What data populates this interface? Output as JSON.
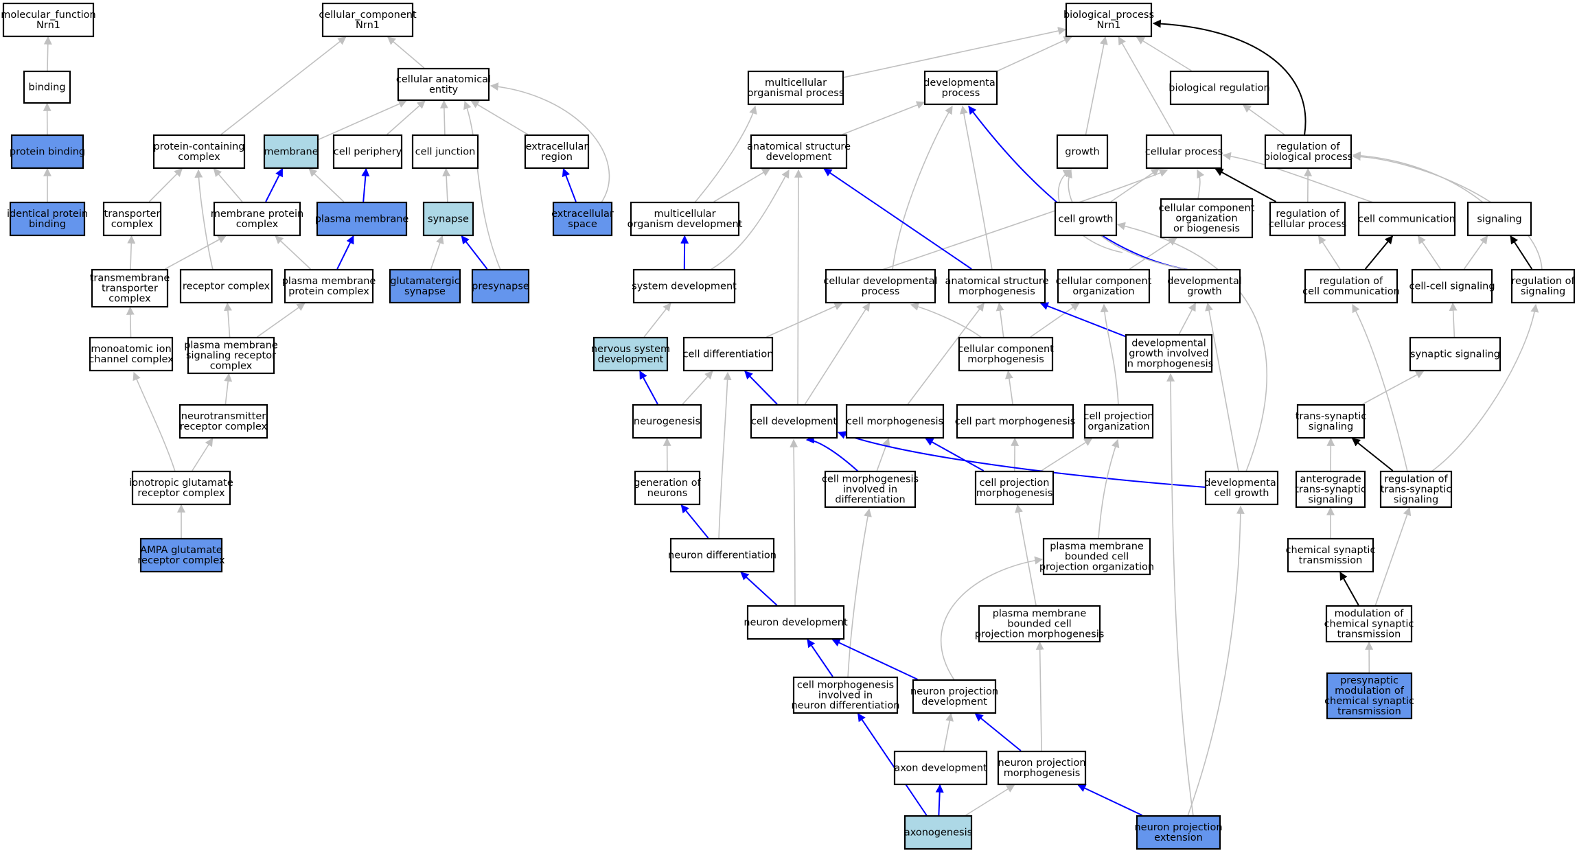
{
  "colors": {
    "plain": "#ffffff",
    "light": "#add8e6",
    "strong": "#6495ed",
    "edge_gray": "#c0c0c0",
    "edge_blue": "#0000ff",
    "edge_black": "#000000"
  },
  "nodes": [
    {
      "id": "mf",
      "lines": [
        "molecular_function",
        "Nrn1"
      ],
      "fill": "plain"
    },
    {
      "id": "binding",
      "lines": [
        "binding"
      ],
      "fill": "plain"
    },
    {
      "id": "protbind",
      "lines": [
        "protein binding"
      ],
      "fill": "strong"
    },
    {
      "id": "identprot",
      "lines": [
        "identical protein",
        "binding"
      ],
      "fill": "strong"
    },
    {
      "id": "cc",
      "lines": [
        "cellular_component",
        "Nrn1"
      ],
      "fill": "plain"
    },
    {
      "id": "cae",
      "lines": [
        "cellular anatomical",
        "entity"
      ],
      "fill": "plain"
    },
    {
      "id": "pcc",
      "lines": [
        "protein-containing",
        "complex"
      ],
      "fill": "plain"
    },
    {
      "id": "membrane",
      "lines": [
        "membrane"
      ],
      "fill": "light"
    },
    {
      "id": "cellper",
      "lines": [
        "cell periphery"
      ],
      "fill": "plain"
    },
    {
      "id": "celljunc",
      "lines": [
        "cell junction"
      ],
      "fill": "plain"
    },
    {
      "id": "extreg",
      "lines": [
        "extracellular",
        "region"
      ],
      "fill": "plain"
    },
    {
      "id": "transcx",
      "lines": [
        "transporter",
        "complex"
      ],
      "fill": "plain"
    },
    {
      "id": "memprotcx",
      "lines": [
        "membrane protein",
        "complex"
      ],
      "fill": "plain"
    },
    {
      "id": "plasmamem",
      "lines": [
        "plasma membrane"
      ],
      "fill": "strong"
    },
    {
      "id": "synapse",
      "lines": [
        "synapse"
      ],
      "fill": "light"
    },
    {
      "id": "extspace",
      "lines": [
        "extracellular",
        "space"
      ],
      "fill": "strong"
    },
    {
      "id": "tmtranscx",
      "lines": [
        "transmembrane",
        "transporter",
        "complex"
      ],
      "fill": "plain"
    },
    {
      "id": "receptorcx",
      "lines": [
        "receptor complex"
      ],
      "fill": "plain"
    },
    {
      "id": "pmprotcx",
      "lines": [
        "plasma membrane",
        "protein complex"
      ],
      "fill": "plain"
    },
    {
      "id": "glusyn",
      "lines": [
        "glutamatergic",
        "synapse"
      ],
      "fill": "strong"
    },
    {
      "id": "presyn",
      "lines": [
        "presynapse"
      ],
      "fill": "strong"
    },
    {
      "id": "monoion",
      "lines": [
        "monoatomic ion",
        "channel complex"
      ],
      "fill": "plain"
    },
    {
      "id": "pmsigrec",
      "lines": [
        "plasma membrane",
        "signaling receptor",
        "complex"
      ],
      "fill": "plain"
    },
    {
      "id": "ntrec",
      "lines": [
        "neurotransmitter",
        "receptor complex"
      ],
      "fill": "plain"
    },
    {
      "id": "iongluta",
      "lines": [
        "ionotropic glutamate",
        "receptor complex"
      ],
      "fill": "plain"
    },
    {
      "id": "ampa",
      "lines": [
        "AMPA glutamate",
        "receptor complex"
      ],
      "fill": "strong"
    },
    {
      "id": "bp",
      "lines": [
        "biological_process",
        "Nrn1"
      ],
      "fill": "plain"
    },
    {
      "id": "mcop",
      "lines": [
        "multicellular",
        "organismal process"
      ],
      "fill": "plain"
    },
    {
      "id": "devproc",
      "lines": [
        "developmental",
        "process"
      ],
      "fill": "plain"
    },
    {
      "id": "bioreg",
      "lines": [
        "biological regulation"
      ],
      "fill": "plain"
    },
    {
      "id": "asd",
      "lines": [
        "anatomical structure",
        "development"
      ],
      "fill": "plain"
    },
    {
      "id": "growth",
      "lines": [
        "growth"
      ],
      "fill": "plain"
    },
    {
      "id": "cellproc",
      "lines": [
        "cellular process"
      ],
      "fill": "plain"
    },
    {
      "id": "regbp",
      "lines": [
        "regulation of",
        "biological process"
      ],
      "fill": "plain"
    },
    {
      "id": "mcod",
      "lines": [
        "multicellular",
        "organism development"
      ],
      "fill": "plain"
    },
    {
      "id": "cellgrowth",
      "lines": [
        "cell growth"
      ],
      "fill": "plain"
    },
    {
      "id": "ccob",
      "lines": [
        "cellular component",
        "organization",
        "or biogenesis"
      ],
      "fill": "plain"
    },
    {
      "id": "regcp",
      "lines": [
        "regulation of",
        "cellular process"
      ],
      "fill": "plain"
    },
    {
      "id": "cellcomm",
      "lines": [
        "cell communication"
      ],
      "fill": "plain"
    },
    {
      "id": "signaling",
      "lines": [
        "signaling"
      ],
      "fill": "plain"
    },
    {
      "id": "sysdev",
      "lines": [
        "system development"
      ],
      "fill": "plain"
    },
    {
      "id": "celldevproc",
      "lines": [
        "cellular developmental",
        "process"
      ],
      "fill": "plain"
    },
    {
      "id": "asm",
      "lines": [
        "anatomical structure",
        "morphogenesis"
      ],
      "fill": "plain"
    },
    {
      "id": "cco",
      "lines": [
        "cellular component",
        "organization"
      ],
      "fill": "plain"
    },
    {
      "id": "devgrowth",
      "lines": [
        "developmental",
        "growth"
      ],
      "fill": "plain"
    },
    {
      "id": "regcellcomm",
      "lines": [
        "regulation of",
        "cell communication"
      ],
      "fill": "plain"
    },
    {
      "id": "ccsig",
      "lines": [
        "cell-cell signaling"
      ],
      "fill": "plain"
    },
    {
      "id": "regsig",
      "lines": [
        "regulation of",
        "signaling"
      ],
      "fill": "plain"
    },
    {
      "id": "nsd",
      "lines": [
        "nervous system",
        "development"
      ],
      "fill": "light"
    },
    {
      "id": "celldiff",
      "lines": [
        "cell differentiation"
      ],
      "fill": "plain"
    },
    {
      "id": "ccm",
      "lines": [
        "cellular component",
        "morphogenesis"
      ],
      "fill": "plain"
    },
    {
      "id": "dgim",
      "lines": [
        "developmental",
        "growth involved",
        "in morphogenesis"
      ],
      "fill": "plain"
    },
    {
      "id": "synsig",
      "lines": [
        "synaptic signaling"
      ],
      "fill": "plain"
    },
    {
      "id": "neurogen",
      "lines": [
        "neurogenesis"
      ],
      "fill": "plain"
    },
    {
      "id": "celldev",
      "lines": [
        "cell development"
      ],
      "fill": "plain"
    },
    {
      "id": "cellmorph",
      "lines": [
        "cell morphogenesis"
      ],
      "fill": "plain"
    },
    {
      "id": "cpm",
      "lines": [
        "cell part morphogenesis"
      ],
      "fill": "plain"
    },
    {
      "id": "cpo",
      "lines": [
        "cell projection",
        "organization"
      ],
      "fill": "plain"
    },
    {
      "id": "tss",
      "lines": [
        "trans-synaptic",
        "signaling"
      ],
      "fill": "plain"
    },
    {
      "id": "genneur",
      "lines": [
        "generation of",
        "neurons"
      ],
      "fill": "plain"
    },
    {
      "id": "cmid",
      "lines": [
        "cell morphogenesis",
        "involved in",
        "differentiation"
      ],
      "fill": "plain"
    },
    {
      "id": "cpmorph",
      "lines": [
        "cell projection",
        "morphogenesis"
      ],
      "fill": "plain"
    },
    {
      "id": "devcg",
      "lines": [
        "developmental",
        "cell growth"
      ],
      "fill": "plain"
    },
    {
      "id": "antss",
      "lines": [
        "anterograde",
        "trans-synaptic",
        "signaling"
      ],
      "fill": "plain"
    },
    {
      "id": "regtss",
      "lines": [
        "regulation of",
        "trans-synaptic",
        "signaling"
      ],
      "fill": "plain"
    },
    {
      "id": "neurdiff",
      "lines": [
        "neuron differentiation"
      ],
      "fill": "plain"
    },
    {
      "id": "pmbcpo",
      "lines": [
        "plasma membrane",
        "bounded cell",
        "projection organization"
      ],
      "fill": "plain"
    },
    {
      "id": "chemsyn",
      "lines": [
        "chemical synaptic",
        "transmission"
      ],
      "fill": "plain"
    },
    {
      "id": "neurdev",
      "lines": [
        "neuron development"
      ],
      "fill": "plain"
    },
    {
      "id": "pmbcpm",
      "lines": [
        "plasma membrane",
        "bounded cell",
        "projection morphogenesis"
      ],
      "fill": "plain"
    },
    {
      "id": "modchem",
      "lines": [
        "modulation of",
        "chemical synaptic",
        "transmission"
      ],
      "fill": "plain"
    },
    {
      "id": "cmind",
      "lines": [
        "cell morphogenesis",
        "involved in",
        "neuron differentiation"
      ],
      "fill": "plain"
    },
    {
      "id": "npd",
      "lines": [
        "neuron projection",
        "development"
      ],
      "fill": "plain"
    },
    {
      "id": "presynmod",
      "lines": [
        "presynaptic",
        "modulation of",
        "chemical synaptic",
        "transmission"
      ],
      "fill": "strong"
    },
    {
      "id": "axondev",
      "lines": [
        "axon development"
      ],
      "fill": "plain"
    },
    {
      "id": "npm",
      "lines": [
        "neuron projection",
        "morphogenesis"
      ],
      "fill": "plain"
    },
    {
      "id": "axonogen",
      "lines": [
        "axonogenesis"
      ],
      "fill": "light"
    },
    {
      "id": "npext",
      "lines": [
        "neuron projection",
        "extension"
      ],
      "fill": "strong"
    }
  ],
  "edges": [
    {
      "from": "binding",
      "to": "mf",
      "kind": "gray"
    },
    {
      "from": "protbind",
      "to": "binding",
      "kind": "gray"
    },
    {
      "from": "identprot",
      "to": "protbind",
      "kind": "gray"
    },
    {
      "from": "cae",
      "to": "cc",
      "kind": "gray"
    },
    {
      "from": "pcc",
      "to": "cc",
      "kind": "gray"
    },
    {
      "from": "membrane",
      "to": "cae",
      "kind": "gray"
    },
    {
      "from": "cellper",
      "to": "cae",
      "kind": "gray"
    },
    {
      "from": "celljunc",
      "to": "cae",
      "kind": "gray"
    },
    {
      "from": "extreg",
      "to": "cae",
      "kind": "gray"
    },
    {
      "from": "transcx",
      "to": "pcc",
      "kind": "gray"
    },
    {
      "from": "memprotcx",
      "to": "pcc",
      "kind": "gray"
    },
    {
      "from": "memprotcx",
      "to": "membrane",
      "kind": "blue"
    },
    {
      "from": "plasmamem",
      "to": "membrane",
      "kind": "gray"
    },
    {
      "from": "plasmamem",
      "to": "cellper",
      "kind": "blue"
    },
    {
      "from": "synapse",
      "to": "celljunc",
      "kind": "gray"
    },
    {
      "from": "extspace",
      "to": "extreg",
      "kind": "blue"
    },
    {
      "from": "extspace",
      "to": "cae",
      "kind": "gray"
    },
    {
      "from": "tmtranscx",
      "to": "transcx",
      "kind": "gray"
    },
    {
      "from": "tmtranscx",
      "to": "memprotcx",
      "kind": "gray"
    },
    {
      "from": "receptorcx",
      "to": "pcc",
      "kind": "gray"
    },
    {
      "from": "pmprotcx",
      "to": "memprotcx",
      "kind": "gray"
    },
    {
      "from": "pmprotcx",
      "to": "plasmamem",
      "kind": "blue"
    },
    {
      "from": "glusyn",
      "to": "synapse",
      "kind": "gray"
    },
    {
      "from": "presyn",
      "to": "synapse",
      "kind": "blue"
    },
    {
      "from": "presyn",
      "to": "cae",
      "kind": "gray"
    },
    {
      "from": "monoion",
      "to": "tmtranscx",
      "kind": "gray"
    },
    {
      "from": "pmsigrec",
      "to": "receptorcx",
      "kind": "gray"
    },
    {
      "from": "pmsigrec",
      "to": "pmprotcx",
      "kind": "gray"
    },
    {
      "from": "ntrec",
      "to": "pmsigrec",
      "kind": "gray"
    },
    {
      "from": "iongluta",
      "to": "monoion",
      "kind": "gray"
    },
    {
      "from": "iongluta",
      "to": "ntrec",
      "kind": "gray"
    },
    {
      "from": "ampa",
      "to": "iongluta",
      "kind": "gray"
    },
    {
      "from": "mcop",
      "to": "bp",
      "kind": "gray"
    },
    {
      "from": "devproc",
      "to": "bp",
      "kind": "gray"
    },
    {
      "from": "bioreg",
      "to": "bp",
      "kind": "gray"
    },
    {
      "from": "growth",
      "to": "bp",
      "kind": "gray"
    },
    {
      "from": "cellproc",
      "to": "bp",
      "kind": "gray"
    },
    {
      "from": "regbp",
      "to": "bp",
      "kind": "black"
    },
    {
      "from": "regbp",
      "to": "bioreg",
      "kind": "gray"
    },
    {
      "from": "asd",
      "to": "devproc",
      "kind": "gray"
    },
    {
      "from": "mcod",
      "to": "mcop",
      "kind": "gray"
    },
    {
      "from": "mcod",
      "to": "asd",
      "kind": "gray"
    },
    {
      "from": "cellgrowth",
      "to": "growth",
      "kind": "gray"
    },
    {
      "from": "cellgrowth",
      "to": "cellproc",
      "kind": "gray"
    },
    {
      "from": "ccob",
      "to": "cellproc",
      "kind": "gray"
    },
    {
      "from": "regcp",
      "to": "cellproc",
      "kind": "black"
    },
    {
      "from": "regcp",
      "to": "regbp",
      "kind": "gray"
    },
    {
      "from": "cellcomm",
      "to": "cellproc",
      "kind": "gray"
    },
    {
      "from": "signaling",
      "to": "regbp",
      "kind": "gray"
    },
    {
      "from": "sysdev",
      "to": "mcod",
      "kind": "blue"
    },
    {
      "from": "sysdev",
      "to": "asd",
      "kind": "gray"
    },
    {
      "from": "celldevproc",
      "to": "devproc",
      "kind": "gray"
    },
    {
      "from": "celldevproc",
      "to": "cellproc",
      "kind": "gray"
    },
    {
      "from": "asm",
      "to": "asd",
      "kind": "blue"
    },
    {
      "from": "asm",
      "to": "devproc",
      "kind": "gray"
    },
    {
      "from": "cco",
      "to": "ccob",
      "kind": "gray"
    },
    {
      "from": "devgrowth",
      "to": "devproc",
      "kind": "blue"
    },
    {
      "from": "devgrowth",
      "to": "growth",
      "kind": "gray"
    },
    {
      "from": "regcellcomm",
      "to": "cellcomm",
      "kind": "black"
    },
    {
      "from": "regcellcomm",
      "to": "regcp",
      "kind": "gray"
    },
    {
      "from": "ccsig",
      "to": "cellcomm",
      "kind": "gray"
    },
    {
      "from": "ccsig",
      "to": "signaling",
      "kind": "gray"
    },
    {
      "from": "regsig",
      "to": "signaling",
      "kind": "black"
    },
    {
      "from": "regsig",
      "to": "regbp",
      "kind": "gray"
    },
    {
      "from": "nsd",
      "to": "sysdev",
      "kind": "gray"
    },
    {
      "from": "celldiff",
      "to": "celldevproc",
      "kind": "gray"
    },
    {
      "from": "ccm",
      "to": "asm",
      "kind": "gray"
    },
    {
      "from": "ccm",
      "to": "cco",
      "kind": "gray"
    },
    {
      "from": "ccm",
      "to": "celldevproc",
      "kind": "gray"
    },
    {
      "from": "dgim",
      "to": "asm",
      "kind": "blue"
    },
    {
      "from": "dgim",
      "to": "devgrowth",
      "kind": "gray"
    },
    {
      "from": "synsig",
      "to": "ccsig",
      "kind": "gray"
    },
    {
      "from": "neurogen",
      "to": "nsd",
      "kind": "blue"
    },
    {
      "from": "neurogen",
      "to": "celldiff",
      "kind": "gray"
    },
    {
      "from": "celldev",
      "to": "celldiff",
      "kind": "blue"
    },
    {
      "from": "celldev",
      "to": "asd",
      "kind": "gray"
    },
    {
      "from": "celldev",
      "to": "celldevproc",
      "kind": "gray"
    },
    {
      "from": "cellmorph",
      "to": "asm",
      "kind": "gray"
    },
    {
      "from": "cpm",
      "to": "ccm",
      "kind": "gray"
    },
    {
      "from": "cpo",
      "to": "cco",
      "kind": "gray"
    },
    {
      "from": "tss",
      "to": "synsig",
      "kind": "gray"
    },
    {
      "from": "genneur",
      "to": "neurogen",
      "kind": "gray"
    },
    {
      "from": "cmid",
      "to": "celldev",
      "kind": "blue"
    },
    {
      "from": "cmid",
      "to": "cellmorph",
      "kind": "gray"
    },
    {
      "from": "cpmorph",
      "to": "cellmorph",
      "kind": "blue"
    },
    {
      "from": "cpmorph",
      "to": "cpm",
      "kind": "gray"
    },
    {
      "from": "cpmorph",
      "to": "cpo",
      "kind": "gray"
    },
    {
      "from": "devcg",
      "to": "celldev",
      "kind": "blue"
    },
    {
      "from": "devcg",
      "to": "cellgrowth",
      "kind": "gray"
    },
    {
      "from": "devcg",
      "to": "devgrowth",
      "kind": "gray"
    },
    {
      "from": "antss",
      "to": "tss",
      "kind": "gray"
    },
    {
      "from": "regtss",
      "to": "tss",
      "kind": "black"
    },
    {
      "from": "regtss",
      "to": "regsig",
      "kind": "gray"
    },
    {
      "from": "regtss",
      "to": "regcellcomm",
      "kind": "gray"
    },
    {
      "from": "neurdiff",
      "to": "genneur",
      "kind": "blue"
    },
    {
      "from": "neurdiff",
      "to": "celldiff",
      "kind": "gray"
    },
    {
      "from": "pmbcpo",
      "to": "cpo",
      "kind": "gray"
    },
    {
      "from": "chemsyn",
      "to": "antss",
      "kind": "gray"
    },
    {
      "from": "neurdev",
      "to": "neurdiff",
      "kind": "blue"
    },
    {
      "from": "neurdev",
      "to": "celldev",
      "kind": "gray"
    },
    {
      "from": "pmbcpm",
      "to": "cpmorph",
      "kind": "gray"
    },
    {
      "from": "modchem",
      "to": "chemsyn",
      "kind": "black"
    },
    {
      "from": "modchem",
      "to": "regtss",
      "kind": "gray"
    },
    {
      "from": "cmind",
      "to": "neurdev",
      "kind": "blue"
    },
    {
      "from": "cmind",
      "to": "cmid",
      "kind": "gray"
    },
    {
      "from": "npd",
      "to": "neurdev",
      "kind": "blue"
    },
    {
      "from": "npd",
      "to": "pmbcpo",
      "kind": "gray"
    },
    {
      "from": "presynmod",
      "to": "modchem",
      "kind": "gray"
    },
    {
      "from": "axondev",
      "to": "npd",
      "kind": "gray"
    },
    {
      "from": "npm",
      "to": "npd",
      "kind": "blue"
    },
    {
      "from": "npm",
      "to": "pmbcpm",
      "kind": "gray"
    },
    {
      "from": "axonogen",
      "to": "axondev",
      "kind": "blue"
    },
    {
      "from": "axonogen",
      "to": "cmind",
      "kind": "blue"
    },
    {
      "from": "axonogen",
      "to": "npm",
      "kind": "gray"
    },
    {
      "from": "npext",
      "to": "npm",
      "kind": "blue"
    },
    {
      "from": "npext",
      "to": "dgim",
      "kind": "gray"
    },
    {
      "from": "npext",
      "to": "devcg",
      "kind": "gray"
    }
  ]
}
